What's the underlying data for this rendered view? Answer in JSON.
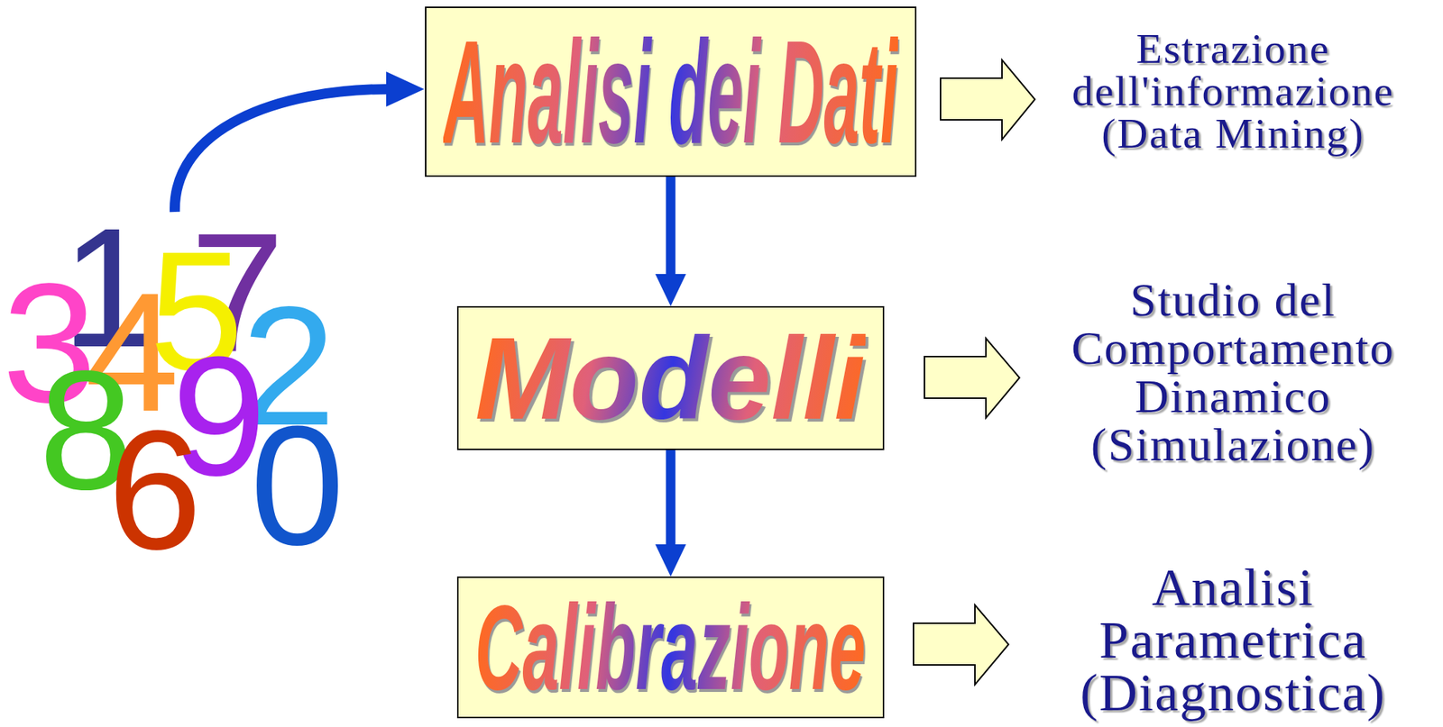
{
  "diagram": {
    "nodes": [
      {
        "text": [
          "Analisi dei Dati"
        ]
      },
      {
        "text": [
          "Modelli"
        ]
      },
      {
        "text": [
          "Calibrazione"
        ]
      }
    ],
    "edges": [
      {
        "from": 0,
        "to": 1,
        "arrow": "to"
      },
      {
        "from": 1,
        "to": 2,
        "arrow": "to"
      }
    ],
    "labels": [
      "Estrazione dell'informazione (Data Mining)",
      "Studio del Comportamento Dinamico (Simulazione)",
      "Analisi Parametrica (Diagnostica)",
      "1",
      "7",
      "3",
      "4",
      "5",
      "2",
      "8",
      "9",
      "6",
      "0"
    ]
  }
}
